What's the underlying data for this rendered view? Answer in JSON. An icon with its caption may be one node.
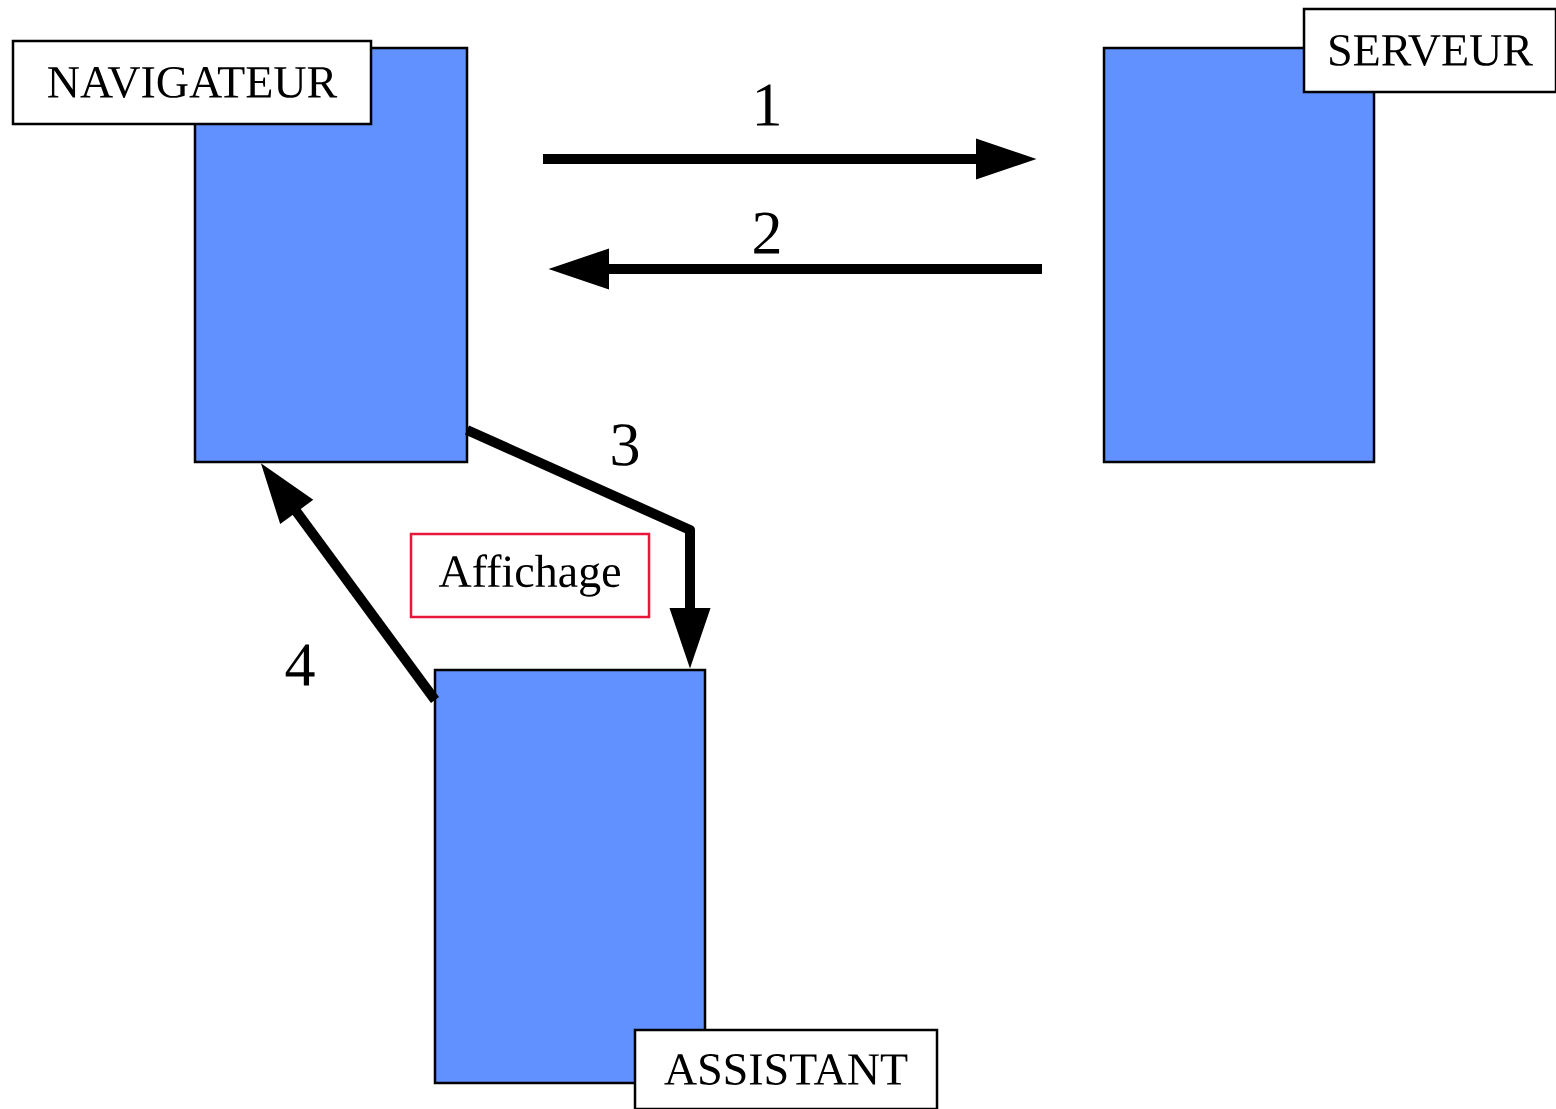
{
  "diagram": {
    "nodes": [
      {
        "text": [
          "NAVIGATEUR"
        ]
      },
      {
        "text": [
          "SERVEUR"
        ]
      },
      {
        "text": [
          "ASSISTANT"
        ]
      },
      {
        "text": [
          "Affichage"
        ]
      }
    ],
    "edges": [
      {
        "from": 0,
        "to": 1,
        "arrow": "to",
        "label": "1"
      },
      {
        "from": 1,
        "to": 0,
        "arrow": "to",
        "label": "2"
      },
      {
        "from": 0,
        "to": 2,
        "arrow": "to",
        "label": "3"
      },
      {
        "from": 2,
        "to": 0,
        "arrow": "to",
        "label": "4"
      }
    ]
  }
}
